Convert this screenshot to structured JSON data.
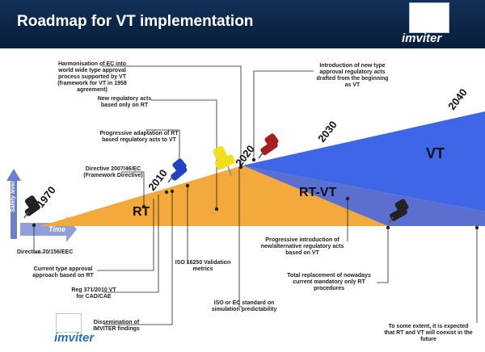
{
  "header": {
    "title": "Roadmap for VT implementation",
    "logo_text": "imviter"
  },
  "axes": {
    "vertical_label": "Safety level",
    "horizontal_label": "Time"
  },
  "years": [
    "1970",
    "2010",
    "2020",
    "2030",
    "2040"
  ],
  "regions": {
    "rt": "RT",
    "rtvt": "RT-VT",
    "vt": "VT"
  },
  "annotations": {
    "harmonisation": "Harmonisation of EC into world wide type approval process supported by VT (framework for VT in 1958 agreement)",
    "new_acts_rt": "New regulatory acts based only on RT",
    "progressive_adaptation": "Progressive adaptation of RT based regulatory acts to VT",
    "directive_2007": "Directive 2007/46/EC (Framework Directive)",
    "directive_70": "Directive 70/156/EEC",
    "current_approval": "Current type approval approach based on RT",
    "reg_371": "Reg 371/2010 VT for CAD/CAE",
    "dissemination": "Dissemination of IMVITER findings",
    "iso_16250": "ISO 16250 Validation metrics",
    "iso_ec": "ISO or EC standard on simulation predictability",
    "intro_new_type": "Introduction of new type approval regulatory acts drafted from the beginning as VT",
    "progressive_intro": "Progressive introduction of new/alternative regulatory acts based on VT",
    "total_replacement": "Total replacement of nowadays current mandatory only RT procedures",
    "coexist": "To some extent, it is expected that RT and VT will coexist in the future"
  },
  "colors": {
    "header_bg": "#0b2444",
    "rt": "#f4a93c",
    "rtvt": "#5a6fd0",
    "vt": "#3f66e6",
    "pin_black": "#222222",
    "pin_blue": "#2143c0",
    "pin_yellow": "#f2de1c",
    "pin_red": "#a81e1e",
    "logo_green": "#2ea043"
  }
}
